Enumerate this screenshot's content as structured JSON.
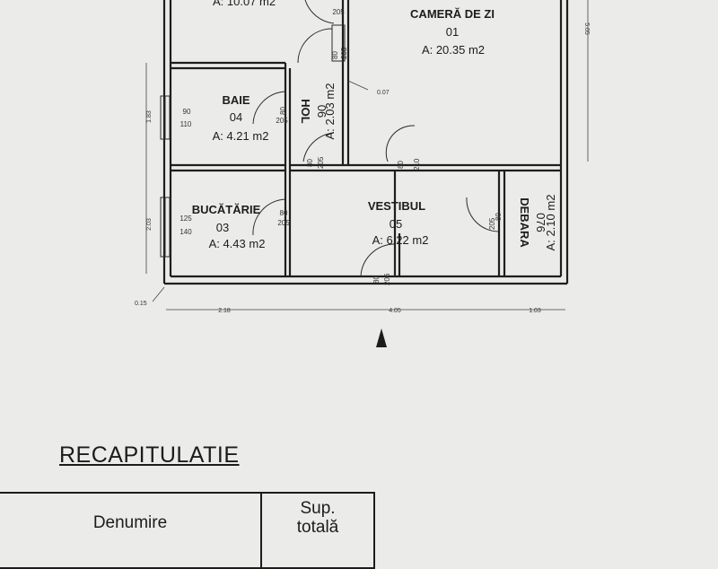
{
  "rooms": {
    "top_left": {
      "area": "A: 10.07 m2"
    },
    "living": {
      "name": "CAMERĂ DE ZI",
      "number": "01",
      "area": "A: 20.35 m2"
    },
    "bath": {
      "name": "BAIE",
      "number": "04",
      "area": "A: 4.21 m2"
    },
    "hall": {
      "name": "HOL",
      "number": "06",
      "area": "A: 2.03 m2"
    },
    "kitchen": {
      "name": "BUCĂTĂRIE",
      "number": "03",
      "area": "A: 4.43 m2"
    },
    "vestibule": {
      "name": "VESTIBUL",
      "number": "05",
      "area": "A: 6.22 m2"
    },
    "storage": {
      "name": "DEBARA",
      "number": "076",
      "area": "A: 2.10 m2"
    }
  },
  "openings": {
    "d1": "205",
    "d2_w": "80",
    "d2_h": "205",
    "d3_w": "80",
    "d3_h": "205",
    "d4_w": "80",
    "d4_h": "205",
    "d5_w": "80",
    "d5_h": "205",
    "d6_w": "80",
    "d6_h": "210",
    "d7_w": "80",
    "d7_h": "205",
    "d8_w": "80",
    "d8_h": "206",
    "d9_w": "80",
    "d9_h": "205",
    "w1_w": "90",
    "w1_h": "110",
    "w2_w": "125",
    "w2_h": "140"
  },
  "dimensions": {
    "bottom_1": "2.18",
    "bottom_2": "4.05",
    "bottom_3": "1.03",
    "left_1": "1.83",
    "left_2": "2.03",
    "right_1": "5.05",
    "wall": "0.15",
    "small": "0.07"
  },
  "recap": {
    "title": "RECAPITULATIE",
    "col_name": "Denumire",
    "col_surface_1": "Sup.",
    "col_surface_2": "totală"
  }
}
